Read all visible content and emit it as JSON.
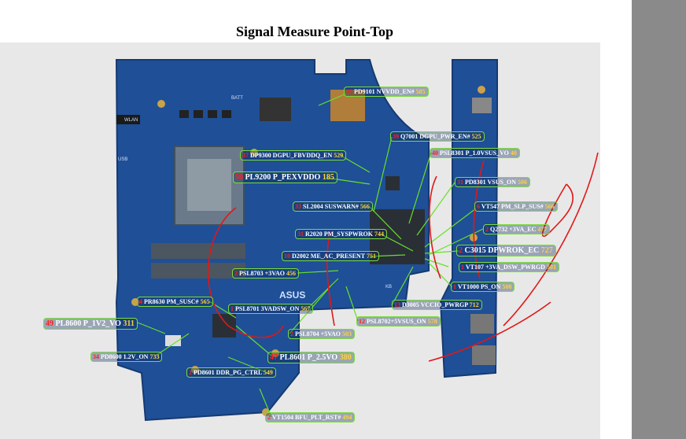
{
  "title": "Signal Measure Point-Top",
  "board_text": {
    "wlan": "WLAN",
    "usb": "USB",
    "batt": "BATT",
    "asus": "ASUS",
    "kb": "KB"
  },
  "points": [
    {
      "num": "35",
      "name": "PD9101 NVVDD_EN#",
      "val": "585"
    },
    {
      "num": "39",
      "name": "Q7001 DGPU_PWR_EN#",
      "val": "525"
    },
    {
      "num": "40",
      "name": "PSL8301 P_1.0VSUS_VO",
      "val": "40"
    },
    {
      "num": "37",
      "name": "DP9300 DGPU_FBVDDQ_EN",
      "val": "529"
    },
    {
      "num": "50",
      "name": "PL9200 P_PEXVDDO",
      "val": "185"
    },
    {
      "num": "31",
      "name": "PD8301 VSUS_ON",
      "val": "506"
    },
    {
      "num": "33",
      "name": "SL2004 SUSWARN#",
      "val": "566"
    },
    {
      "num": "6",
      "name": "VT547 PM_SLP_SUS#",
      "val": "566"
    },
    {
      "num": "2",
      "name": "Q2732 +3VA_EC",
      "val": "477"
    },
    {
      "num": "31",
      "name": "R2020 PM_SYSPWROK",
      "val": "744"
    },
    {
      "num": "2",
      "name": "C3015 DPWROK_EC",
      "val": "727"
    },
    {
      "num": "10",
      "name": "D2002 ME_AC_PRESENT",
      "val": "751"
    },
    {
      "num": "1",
      "name": "VT107 +3VA_DSW_PWRGD",
      "val": "501"
    },
    {
      "num": "2",
      "name": "PSL8703 +3VAO",
      "val": "456"
    },
    {
      "num": "1",
      "name": "VT1000 PS_ON",
      "val": "508"
    },
    {
      "num": "4",
      "name": "PR8630 PM_SUSC#",
      "val": "565"
    },
    {
      "num": "1",
      "name": "PSL8701 3VADSW_ON",
      "val": "567"
    },
    {
      "num": "13",
      "name": "D3005 VCCIO_PWRGP",
      "val": "712"
    },
    {
      "num": "49",
      "name": "PL8600 P_1V2_VO",
      "val": "311"
    },
    {
      "num": "12",
      "name": "PSL8702+5VSUS_ON",
      "val": "578"
    },
    {
      "num": "2",
      "name": "PSL8704 +5VAO",
      "val": "503"
    },
    {
      "num": "34",
      "name": "PD8600 1.2V_ON",
      "val": "733"
    },
    {
      "num": "47",
      "name": "PL8601 P_2.5VO",
      "val": "380"
    },
    {
      "num": "2",
      "name": "PD8601 DDR_PG_CTRL",
      "val": "549"
    },
    {
      "num": "2",
      "name": "VT1504 BFU_PLT_RST#",
      "val": "494"
    }
  ],
  "colors": {
    "board": "#1f4f96",
    "label_border": "#7bdc3a",
    "number": "#ff2020",
    "value": "#ffd23a",
    "pointer_line": "#66e02a",
    "annotation": "#e01818"
  }
}
